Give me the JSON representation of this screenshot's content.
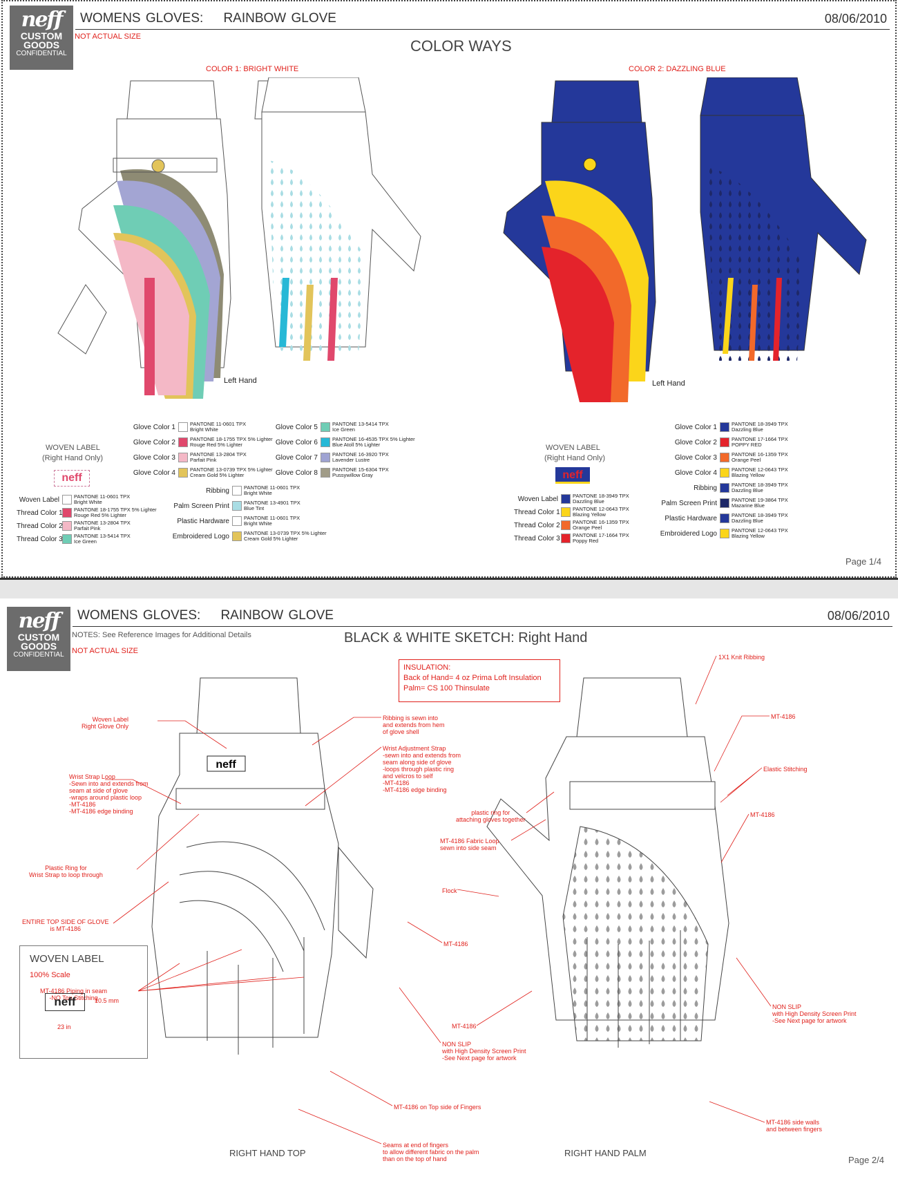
{
  "page1": {
    "logo": {
      "brand": "neff",
      "line1": "CUSTOM",
      "line2": "GOODS",
      "line3": "CONFIDENTIAL"
    },
    "header": {
      "category": "WOMENS GLOVES:",
      "product": "RAINBOW GLOVE",
      "date": "08/06/2010"
    },
    "note": "NOT ACTUAL SIZE",
    "section_title": "COLOR WAYS",
    "colorway1": {
      "title": "COLOR 1: BRIGHT WHITE",
      "hand_label": "Left Hand",
      "woven_label": "WOVEN LABEL",
      "woven_sub": "(Right Hand Only)",
      "label_logo": "neff",
      "glove_colors_left": [
        {
          "label": "Glove Color 1",
          "pantone": "PANTONE 11-0601 TPX",
          "name": "Bright White",
          "color": "#ffffff"
        },
        {
          "label": "Glove Color 2",
          "pantone": "PANTONE 18-1755 TPX 5% Lighter",
          "name": "Rouge Red 5% Lighter",
          "color": "#e0486c"
        },
        {
          "label": "Glove Color 3",
          "pantone": "PANTONE 13-2804 TPX",
          "name": "Parfait Pink",
          "color": "#f4b8c6"
        },
        {
          "label": "Glove Color 4",
          "pantone": "PANTONE 13-0739 TPX 5% Lighter",
          "name": "Cream Gold 5% Lighter",
          "color": "#e2c45a"
        }
      ],
      "glove_colors_right": [
        {
          "label": "Glove Color 5",
          "pantone": "PANTONE 13-5414 TPX",
          "name": "Ice Green",
          "color": "#6fcdb5"
        },
        {
          "label": "Glove Color 6",
          "pantone": "PANTONE 16-4535 TPX 5% Lighter",
          "name": "Blue Atoll 5% Lighter",
          "color": "#27b8d6"
        },
        {
          "label": "Glove Color 7",
          "pantone": "PANTONE 16-3920 TPX",
          "name": "Lavender Lustre",
          "color": "#9fa3d2"
        },
        {
          "label": "Glove Color 8",
          "pantone": "PANTONE 15-6304 TPX",
          "name": "Pussywillow Gray",
          "color": "#a19c88"
        }
      ],
      "extras": [
        {
          "label": "Ribbing",
          "pantone": "PANTONE 11-0601 TPX",
          "name": "Bright White",
          "color": "#ffffff"
        },
        {
          "label": "Palm Screen Print",
          "pantone": "PANTONE 13-4901 TPX",
          "name": "Blue Tint",
          "color": "#a9dde4"
        },
        {
          "label": "Plastic Hardware",
          "pantone": "PANTONE 11-0601 TPX",
          "name": "Bright White",
          "color": "#ffffff"
        },
        {
          "label": "Embroidered Logo",
          "pantone": "PANTONE 13-0739 TPX 5% Lighter",
          "name": "Cream Gold 5% Lighter",
          "color": "#e2c45a"
        }
      ],
      "threads": [
        {
          "label": "Woven Label",
          "pantone": "PANTONE 11-0601 TPX",
          "name": "Bright White",
          "color": "#ffffff"
        },
        {
          "label": "Thread Color 1",
          "pantone": "PANTONE 18-1755 TPX 5% Lighter",
          "name": "Rouge Red 5% Lighter",
          "color": "#e0486c"
        },
        {
          "label": "Thread Color 2",
          "pantone": "PANTONE 13-2804 TPX",
          "name": "Parfait Pink",
          "color": "#f4b8c6"
        },
        {
          "label": "Thread Color 3",
          "pantone": "PANTONE 13-5414 TPX",
          "name": "Ice Green",
          "color": "#6fcdb5"
        }
      ]
    },
    "colorway2": {
      "title": "COLOR 2: DAZZLING BLUE",
      "hand_label": "Left Hand",
      "woven_label": "WOVEN LABEL",
      "woven_sub": "(Right Hand Only)",
      "label_logo": "neff",
      "glove_colors": [
        {
          "label": "Glove Color 1",
          "pantone": "PANTONE 18-3949 TPX",
          "name": "Dazzling Blue",
          "color": "#24389a"
        },
        {
          "label": "Glove Color 2",
          "pantone": "PANTONE 17-1664 TPX",
          "name": "POPPY RED",
          "color": "#e4232b"
        },
        {
          "label": "Glove Color 3",
          "pantone": "PANTONE 16-1359 TPX",
          "name": "Orange Peel",
          "color": "#f2692a"
        },
        {
          "label": "Glove Color 4",
          "pantone": "PANTONE 12-0643 TPX",
          "name": "Blazing Yellow",
          "color": "#fbd51a"
        },
        {
          "label": "Ribbing",
          "pantone": "PANTONE 18-3949 TPX",
          "name": "Dazzling Blue",
          "color": "#24389a"
        },
        {
          "label": "Palm Screen Print",
          "pantone": "PANTONE 19-3864 TPX",
          "name": "Mazarine Blue",
          "color": "#1e2868"
        },
        {
          "label": "Plastic Hardware",
          "pantone": "PANTONE 18-3949 TPX",
          "name": "Dazzling Blue",
          "color": "#24389a"
        },
        {
          "label": "Embroidered Logo",
          "pantone": "PANTONE 12-0643 TPX",
          "name": "Blazing Yellow",
          "color": "#fbd51a"
        }
      ],
      "threads": [
        {
          "label": "Woven Label",
          "pantone": "PANTONE 18-3949 TPX",
          "name": "Dazzling Blue",
          "color": "#24389a"
        },
        {
          "label": "Thread Color 1",
          "pantone": "PANTONE 12-0643 TPX",
          "name": "Blazing Yellow",
          "color": "#fbd51a"
        },
        {
          "label": "Thread Color 2",
          "pantone": "PANTONE 16-1359 TPX",
          "name": "Orange Peel",
          "color": "#f2692a"
        },
        {
          "label": "Thread Color 3",
          "pantone": "PANTONE 17-1664 TPX",
          "name": "Poppy Red",
          "color": "#e4232b"
        }
      ]
    },
    "page_num": "Page 1/4"
  },
  "page2": {
    "logo": {
      "brand": "neff",
      "line1": "CUSTOM",
      "line2": "GOODS",
      "line3": "CONFIDENTIAL"
    },
    "header": {
      "category": "WOMENS GLOVES:",
      "product": "RAINBOW GLOVE",
      "date": "08/06/2010"
    },
    "notes_label": "NOTES:",
    "notes_text": "See Reference Images for Additional Details",
    "note": "NOT ACTUAL SIZE",
    "section_title": "BLACK & WHITE SKETCH: Right Hand",
    "insulation": {
      "title": "INSULATION:",
      "line1": "Back of Hand= 4 oz Prima Loft Insulation",
      "line2": "Palm= CS 100 Thinsulate"
    },
    "callouts_left": [
      "Woven Label\nRight Glove Only",
      "Wrist Strap Loop\n-Sewn into and extends from\nseam at side of glove\n-wraps around plastic loop\n-MT-4186\n-MT-4186 edge binding",
      "Plastic Ring for\nWrist Strap to loop through",
      "ENTIRE TOP SIDE OF GLOVE\nis MT-4186",
      "MT-4186 Piping in seam\n-NO Top Stitching"
    ],
    "callouts_mid": [
      "Ribbing is sewn into\nand extends from hem\nof glove shell",
      "Wrist Adjustment Strap\n-sewn into and extends from\nseam along side of glove\n-loops through plastic ring\nand velcros to self\n-MT-4186\n-MT-4186 edge binding",
      "MT-4186",
      "NON SLIP\nwith High Density Screen Print\n-See Next page for artwork",
      "MT-4186 on Top side of Fingers",
      "Seams at end of fingers\nto allow different fabric on the palm\nthan on the top of hand"
    ],
    "callouts_palm_left": [
      "plastic ring for\nattaching gloves together",
      "MT-4186 Fabric Loop\nsewn into side seam",
      "Flock",
      "MT-4186"
    ],
    "callouts_right": [
      "1X1 Knit Ribbing",
      "MT-4186",
      "Elastic Stitching",
      "MT-4186",
      "NON SLIP\nwith High Density Screen Print\n-See Next page for artwork",
      "MT-4186 side walls\nand between fingers"
    ],
    "woven_box": {
      "title": "WOVEN LABEL",
      "scale": "100% Scale",
      "logo": "neff",
      "height": "10.5 mm",
      "width": "23 in"
    },
    "caption_top": "RIGHT HAND TOP",
    "caption_palm": "RIGHT HAND PALM",
    "page_num": "Page 2/4"
  }
}
